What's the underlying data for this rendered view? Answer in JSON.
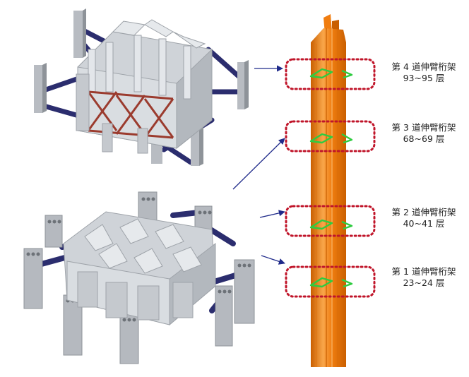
{
  "colors": {
    "background": "#ffffff",
    "core_tube": "#f07d10",
    "core_tube_dark": "#c95f00",
    "core_tube_light": "#f9a64a",
    "concrete": "#c9cdd2",
    "concrete_dark": "#9ea3a9",
    "concrete_light": "#e3e6ea",
    "steel_outrigger": "#2b2d6e",
    "bracing": "#9b3b2e",
    "highlight_box": "#c0152a",
    "outrigger_marker": "#2ecc40",
    "leader_arrow": "#1f2a8a"
  },
  "icons": [
    "outrigger-marker-icon",
    "leader-arrow-icon"
  ],
  "outrigger_levels": [
    {
      "name": "第 4 道伸臂桁架",
      "floors": "93~95 层"
    },
    {
      "name": "第 3 道伸臂桁架",
      "floors": "68~69 层"
    },
    {
      "name": "第 2 道伸臂桁架",
      "floors": "40~41 层"
    },
    {
      "name": "第 1 道伸臂桁架",
      "floors": "23~24 层"
    }
  ]
}
